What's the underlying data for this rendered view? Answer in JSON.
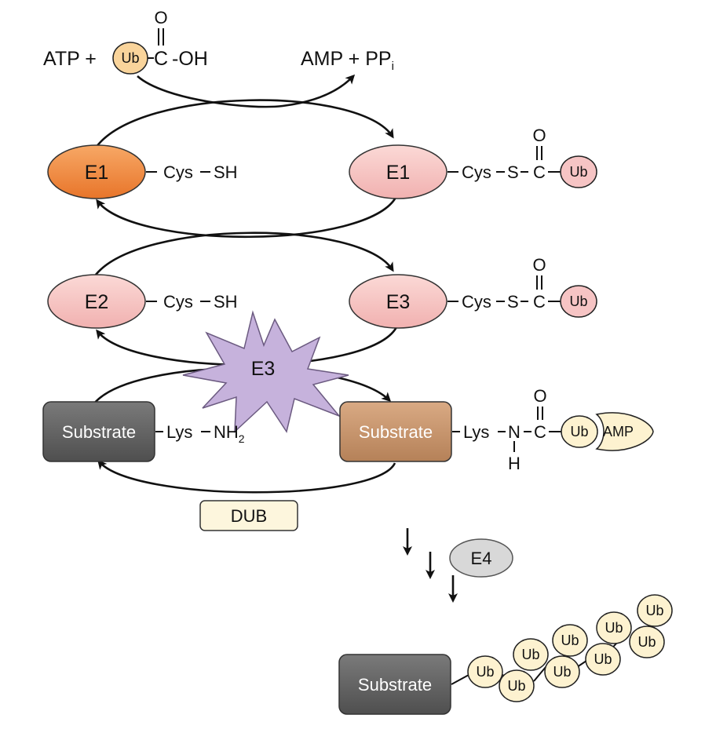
{
  "reaction": {
    "reactant_prefix": "ATP +",
    "ub": "Ub",
    "carbonyl_o": "O",
    "carbonyl_c": "C",
    "hydroxyl": "-OH",
    "product_main": "AMP + PP",
    "product_sub": "i"
  },
  "enzymes": {
    "e1_left": "E1",
    "e1_right": "E1",
    "e2": "E2",
    "e3_right": "E3",
    "e3_star": "E3",
    "e4": "E4",
    "dub": "DUB"
  },
  "groups": {
    "cys": "Cys",
    "sh": "SH",
    "s": "S",
    "c": "C",
    "o": "O",
    "lys": "Lys",
    "nh_main": "NH",
    "nh_sub": "2",
    "n": "N",
    "h": "H",
    "ub": "Ub",
    "amp": "AMP"
  },
  "substrate": {
    "left": "Substrate",
    "right": "Substrate",
    "bottom": "Substrate"
  },
  "colors": {
    "e1_left": "#f08a3c",
    "pink": "#f6c4c4",
    "e3_star": "#c6b2dc",
    "substrate_gray": "#626262",
    "substrate_tan": "#c4936c",
    "ub_cream": "#fdf2d0",
    "ub_orange": "#f9d49b",
    "e4_gray": "#d8d8d8",
    "dub_fill": "#fdf6dd"
  }
}
